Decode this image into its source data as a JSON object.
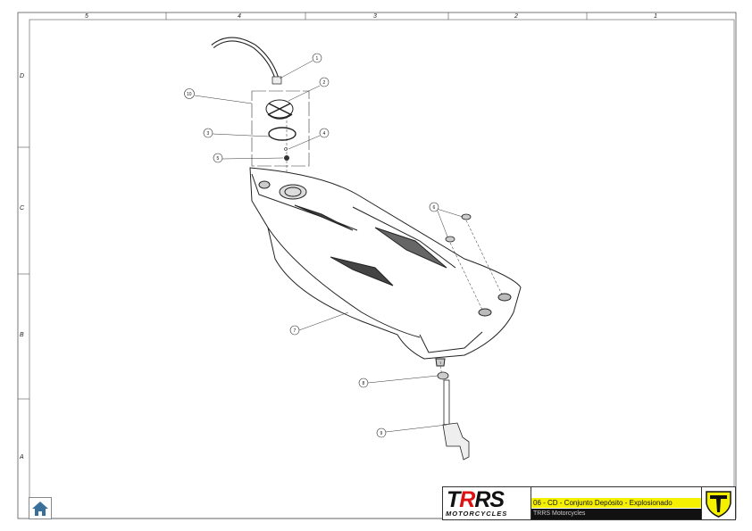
{
  "drawing": {
    "column_labels": [
      "5",
      "4",
      "3",
      "2",
      "1"
    ],
    "row_labels": [
      "D",
      "C",
      "B",
      "A"
    ],
    "callouts": [
      "1",
      "2",
      "10",
      "3",
      "4",
      "5",
      "6",
      "7",
      "8",
      "9"
    ]
  },
  "title_block": {
    "logo_main": "TRRS",
    "logo_sub": "MOTORCYCLES",
    "title": "06 - CD - Conjunto Depósito - Explosionado",
    "subtitle": "TRRS Motorcycles",
    "accent_color": "#f5f000"
  },
  "nav": {
    "home_icon": "home-icon"
  }
}
